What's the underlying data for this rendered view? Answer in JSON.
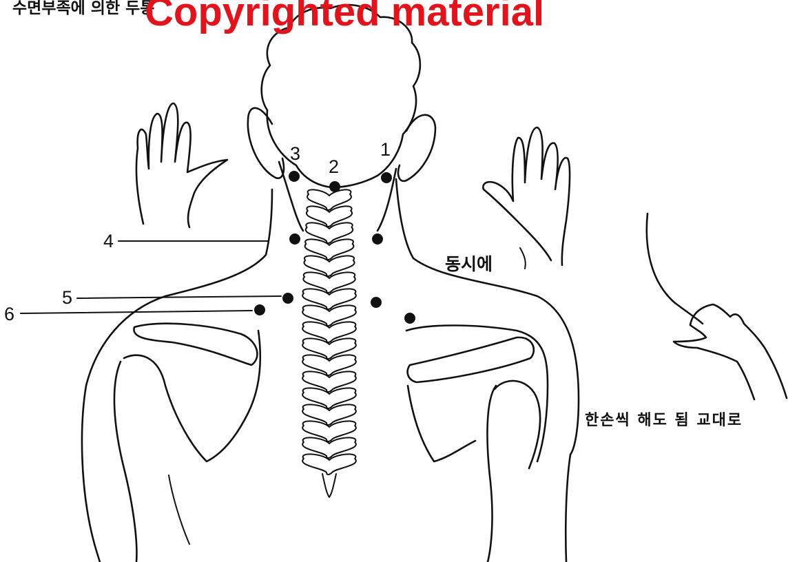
{
  "title_partial": "수면부족에 의한 두통",
  "watermark": "Copyrighted material",
  "caption_simultaneous": "동시에",
  "caption_alternate": "한손씩 해도 됨 교대로",
  "points": [
    {
      "label": "1"
    },
    {
      "label": "2"
    },
    {
      "label": "3"
    },
    {
      "label": "4"
    },
    {
      "label": "5"
    },
    {
      "label": "6"
    }
  ],
  "colors": {
    "ink": "#111111",
    "watermark": "#e4121b"
  }
}
